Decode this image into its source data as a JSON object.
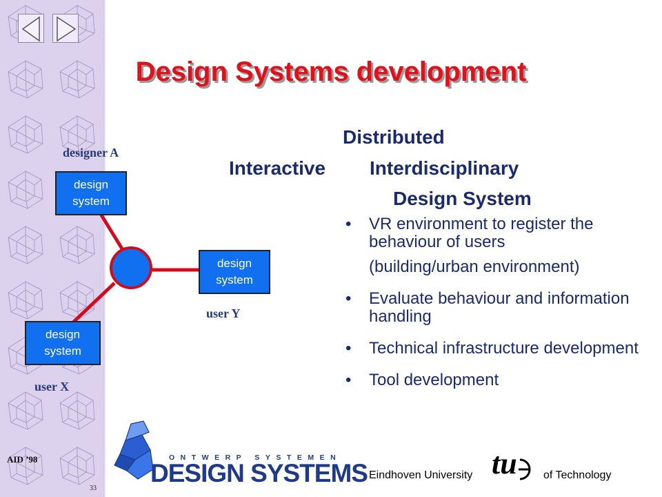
{
  "slide": {
    "title": "Design Systems development",
    "heading": {
      "line1": "Distributed",
      "line2_left": "Interactive",
      "line2_right": "Interdisciplinary",
      "line3": "Design System"
    }
  },
  "diagram": {
    "box_label_line1": "design",
    "box_label_line2": "system",
    "designer_label": "designer A",
    "user_x_label": "user X",
    "user_y_label": "user Y"
  },
  "bullets": [
    {
      "text": "VR environment to register the behaviour of users",
      "sub": "(building/urban environment)"
    },
    {
      "text": "Evaluate behaviour and information handling"
    },
    {
      "text": "Technical infrastructure development"
    },
    {
      "text": "Tool development"
    }
  ],
  "footer": {
    "conference": "AID ’98",
    "page_number": "33",
    "logo_top": "ONTWERP SYSTEMEN",
    "logo_main": "DESIGN SYSTEMS",
    "univ_left": "Eindhoven University",
    "univ_mark": "tu",
    "univ_right": "of Technology"
  },
  "colors": {
    "title_red": "#e0111b",
    "box_blue": "#1170ef",
    "text_navy": "#1a2a6e",
    "line_red": "#d40b1b"
  },
  "icons": [
    "back-arrow-icon",
    "forward-arrow-icon",
    "tue-logo-icon",
    "design-systems-logo-icon"
  ]
}
